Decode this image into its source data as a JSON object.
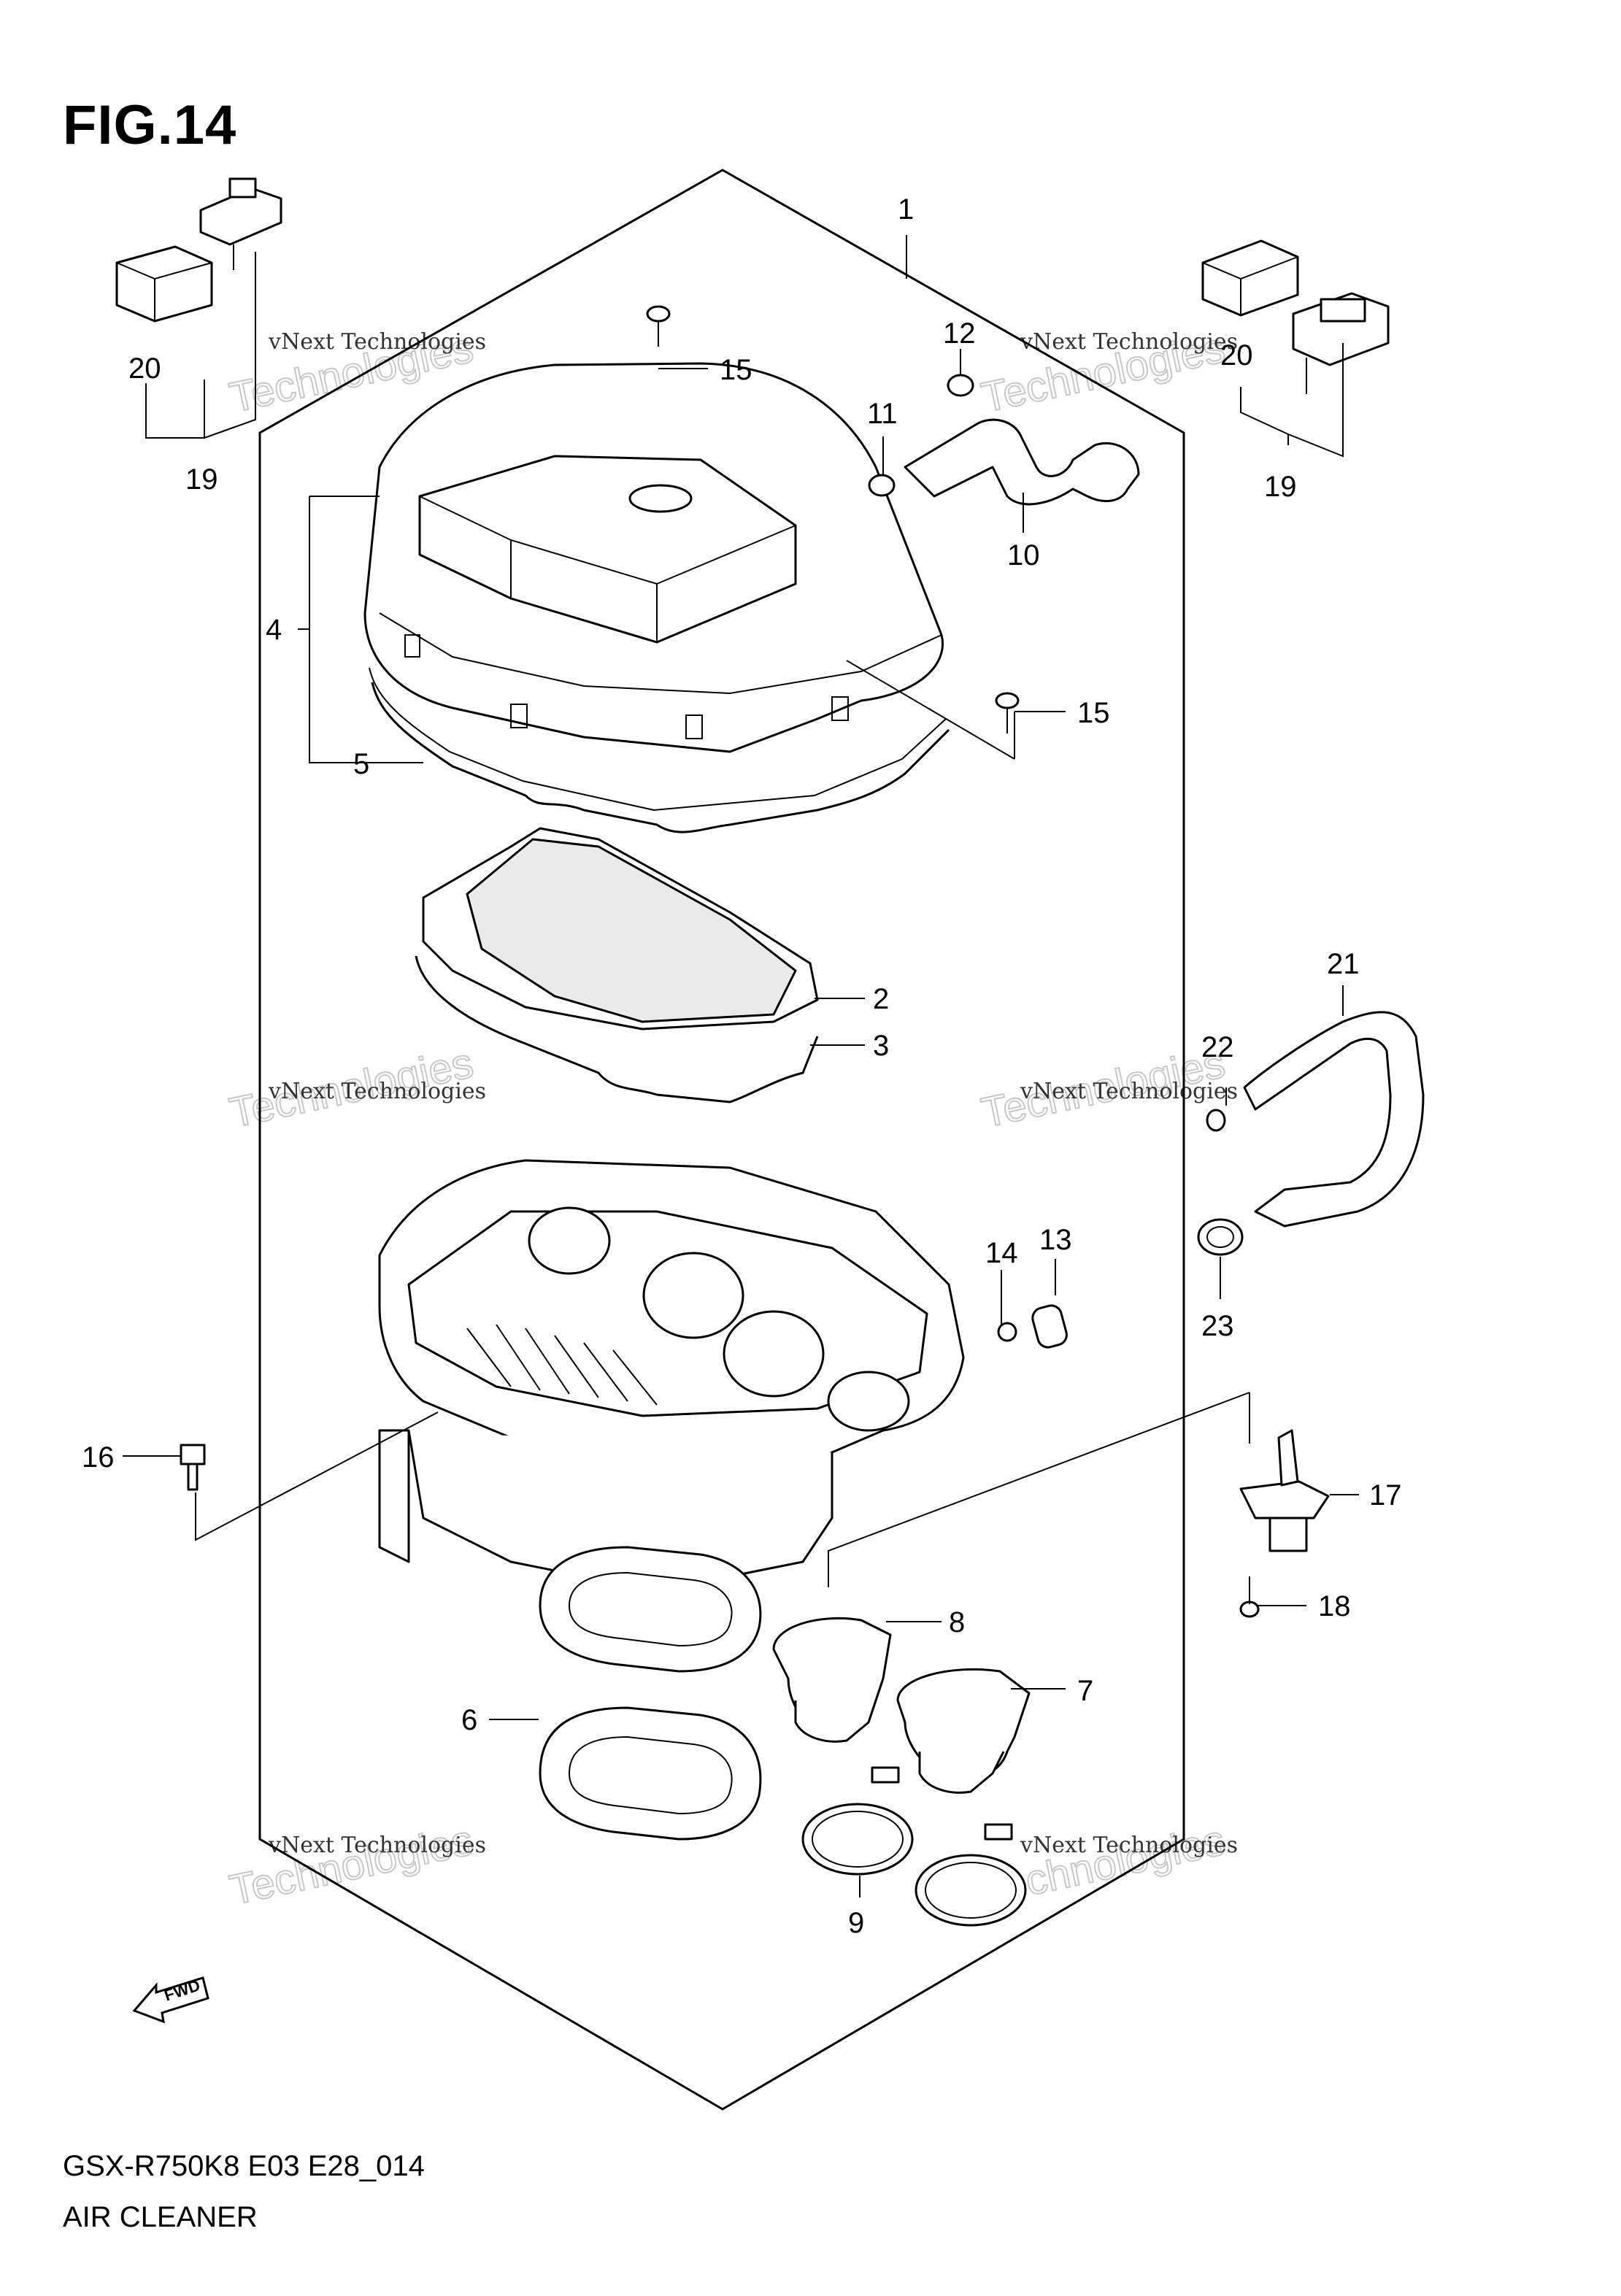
{
  "figure": {
    "title": "FIG.14",
    "model_code": "GSX-R750K8 E03 E28_014",
    "assembly_name": "AIR CLEANER",
    "fwd_label": "FWD"
  },
  "watermark": {
    "line1": "vNext Technologies",
    "line2": "Technologies"
  },
  "callouts": [
    {
      "id": "c1",
      "label": "1"
    },
    {
      "id": "c2",
      "label": "2"
    },
    {
      "id": "c3",
      "label": "3"
    },
    {
      "id": "c4",
      "label": "4"
    },
    {
      "id": "c5",
      "label": "5"
    },
    {
      "id": "c6",
      "label": "6"
    },
    {
      "id": "c7",
      "label": "7"
    },
    {
      "id": "c8",
      "label": "8"
    },
    {
      "id": "c9",
      "label": "9"
    },
    {
      "id": "c10",
      "label": "10"
    },
    {
      "id": "c11",
      "label": "11"
    },
    {
      "id": "c12",
      "label": "12"
    },
    {
      "id": "c13",
      "label": "13"
    },
    {
      "id": "c14",
      "label": "14"
    },
    {
      "id": "c15a",
      "label": "15"
    },
    {
      "id": "c15b",
      "label": "15"
    },
    {
      "id": "c16",
      "label": "16"
    },
    {
      "id": "c17",
      "label": "17"
    },
    {
      "id": "c18",
      "label": "18"
    },
    {
      "id": "c19a",
      "label": "19"
    },
    {
      "id": "c19b",
      "label": "19"
    },
    {
      "id": "c20a",
      "label": "20"
    },
    {
      "id": "c20b",
      "label": "20"
    },
    {
      "id": "c21",
      "label": "21"
    },
    {
      "id": "c22",
      "label": "22"
    },
    {
      "id": "c23",
      "label": "23"
    }
  ]
}
